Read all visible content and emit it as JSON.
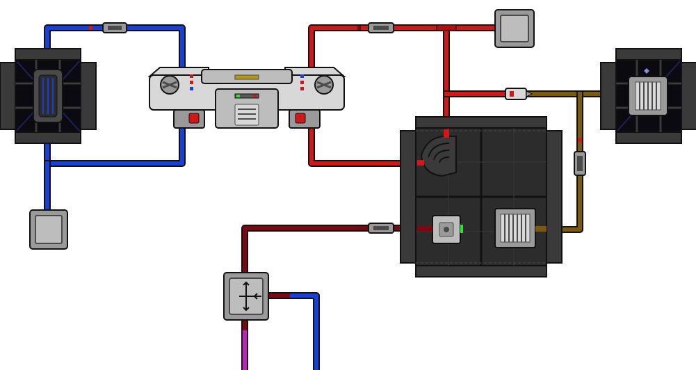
{
  "scene": {
    "description_type": "atmospherics-pipe-network",
    "background": "#ffffff"
  },
  "colors": {
    "pipe_blue": "#1a3fd6",
    "pipe_blue_dark": "#0a1f80",
    "pipe_red": "#d01818",
    "pipe_red_dark": "#7a0a0a",
    "pipe_dark_red": "#7a0a12",
    "pipe_yellow": "#7a5a10",
    "pipe_magenta": "#c020c0",
    "pipe_outline": "#111111",
    "metal_light": "#d8d8d8",
    "metal_mid": "#9a9a9a",
    "metal_dark": "#4a4a4a",
    "floor_dark": "#2c2c2c",
    "grid_panel": "#3a3a3a",
    "space_black": "#0a0a10",
    "glass_blue": "#20205a",
    "indicator_green": "#30e030"
  },
  "components": [
    {
      "name": "left-gas-tank",
      "icon": "gas-tank-icon"
    },
    {
      "name": "left-small-canister",
      "icon": "canister-icon"
    },
    {
      "name": "center-gas-machine",
      "icon": "thermomachine-icon"
    },
    {
      "name": "top-small-canister",
      "icon": "canister-icon"
    },
    {
      "name": "right-gas-tank",
      "icon": "gas-tank-icon"
    },
    {
      "name": "reaction-chamber",
      "icon": "chamber-icon"
    },
    {
      "name": "injector",
      "icon": "injector-icon"
    },
    {
      "name": "scrubber-vent",
      "icon": "scrubber-icon"
    },
    {
      "name": "chamber-connector",
      "icon": "connector-icon"
    },
    {
      "name": "gas-mixer",
      "icon": "mixer-icon"
    }
  ]
}
